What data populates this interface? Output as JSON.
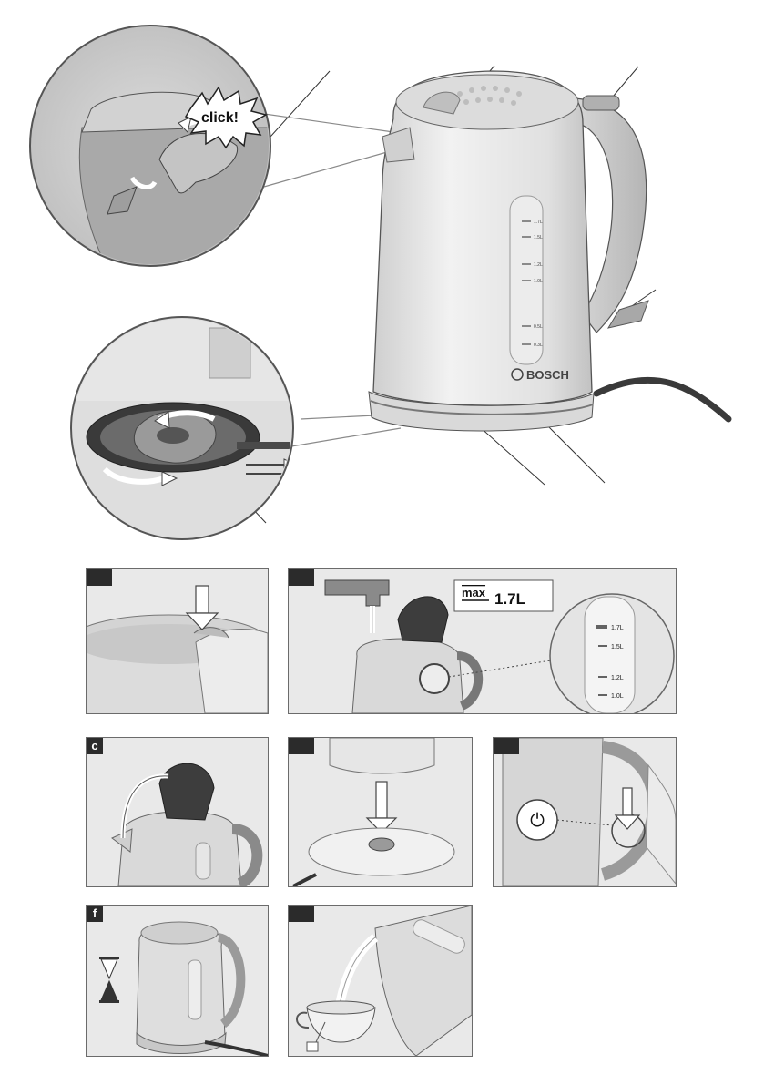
{
  "overview": {
    "callout_click": "click!",
    "brand": "BOSCH",
    "scale_marks": [
      "1.7L",
      "1.5L",
      "1.2L",
      "1.0L",
      "0.5L",
      "0.3L"
    ]
  },
  "panels": {
    "a": {
      "label": ""
    },
    "b": {
      "label": "",
      "max_word": "max",
      "max_value": "1.7L",
      "scale_marks": [
        "1.7L",
        "1.5L",
        "1.2L",
        "1.0L"
      ]
    },
    "c": {
      "label": "c"
    },
    "d": {
      "label": ""
    },
    "e": {
      "label": "",
      "switch_symbol": "⏻"
    },
    "f": {
      "label": "f"
    },
    "g": {
      "label": ""
    }
  }
}
